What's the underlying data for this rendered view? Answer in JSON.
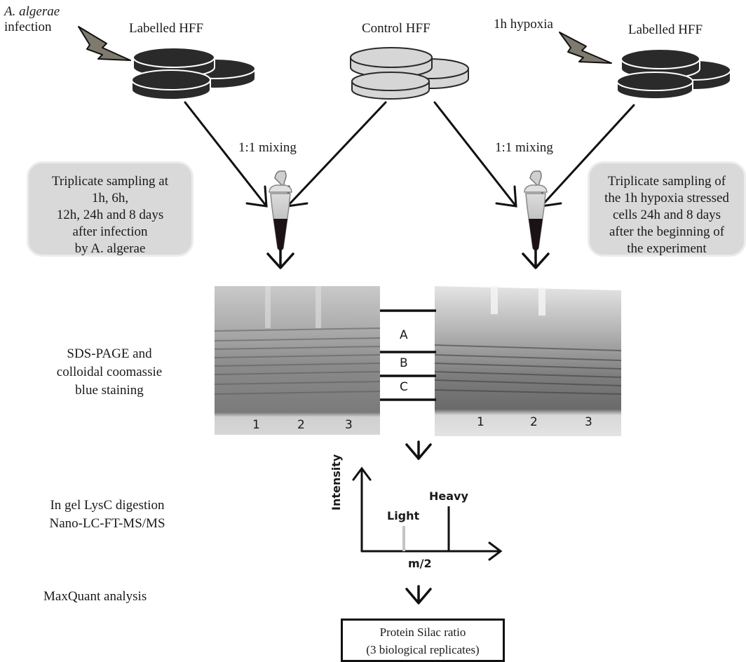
{
  "top": {
    "infection_label_italic": "A. algerae",
    "infection_label": "infection",
    "labelled_left": "Labelled HFF",
    "control": "Control HFF",
    "hypoxia_label": "1h hypoxia",
    "labelled_right": "Labelled HFF"
  },
  "mixing": {
    "left": "1:1 mixing",
    "right": "1:1 mixing"
  },
  "left_box": {
    "lines": [
      "Triplicate sampling at",
      "1h, 6h,",
      "12h, 24h and 8 days",
      "after infection",
      "by A. algerae"
    ]
  },
  "right_box": {
    "lines": [
      "Triplicate sampling of",
      "the 1h hypoxia stressed",
      "cells 24h and 8 days",
      "after the beginning of",
      "the experiment"
    ]
  },
  "steps": {
    "sds_page": [
      "SDS-PAGE and",
      "colloidal coomassie",
      "blue staining"
    ],
    "digestion": [
      "In gel LysC digestion",
      "Nano-LC-FT-MS/MS"
    ],
    "maxquant": "MaxQuant analysis"
  },
  "gel": {
    "fractions": [
      "A",
      "B",
      "C"
    ],
    "left_lanes": [
      "1",
      "2",
      "3"
    ],
    "right_lanes": [
      "1",
      "2",
      "3"
    ]
  },
  "spectrum": {
    "y_label": "Intensity",
    "x_label": "m/2",
    "light": "Light",
    "heavy": "Heavy"
  },
  "result": {
    "lines": [
      "Protein Silac ratio",
      "(3 biological replicates)"
    ]
  },
  "colors": {
    "dark_dish": "#2a2a2a",
    "light_dish": "#d6d6d6",
    "bolt": "#7f7a6e",
    "box": "#d9d9d9"
  }
}
